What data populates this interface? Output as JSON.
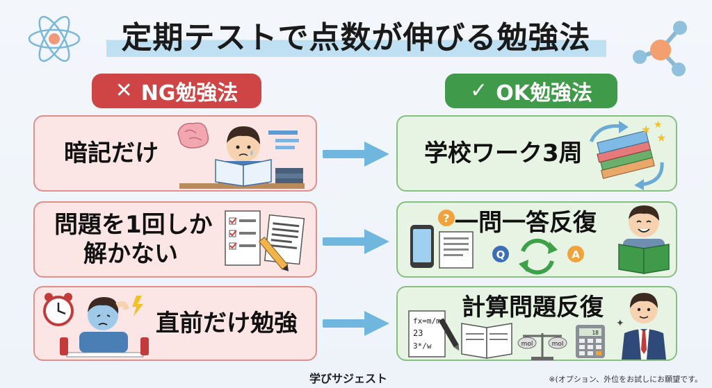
{
  "title": "定期テストで点数が伸びる勉強法",
  "ng_header": {
    "mark": "✕",
    "label": "NG勉強法"
  },
  "ok_header": {
    "mark": "✓",
    "label": "OK勉強法"
  },
  "rows": [
    {
      "ng": "暗記だけ",
      "ok": "学校ワーク3周"
    },
    {
      "ng": "問題を1回しか解かない",
      "ng_lines": [
        "問題を1回しか",
        "解かない"
      ],
      "ok": "一問一答反復"
    },
    {
      "ng": "直前だけ勉強",
      "ok": "計算問題反復"
    }
  ],
  "illustrations": {
    "qa_q": "Q",
    "qa_a": "A",
    "question_mark": "?",
    "formula_1": "fx=m/m",
    "formula_2": "23",
    "formula_3": "3*/w",
    "mol_left": "mol",
    "mol_right": "mol",
    "calc_display": "18"
  },
  "footer": {
    "brand": "学びサジェスト",
    "note": "※(オプション、外位をお試しにお願望です。"
  },
  "colors": {
    "ng": "#cf4444",
    "ok": "#3f9a4a",
    "arrow": "#6fb7df"
  }
}
